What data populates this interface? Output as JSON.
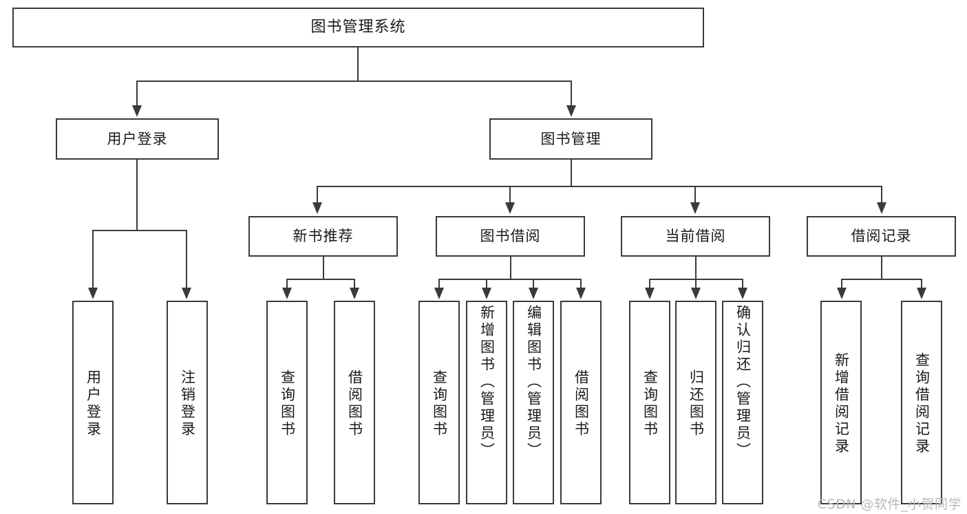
{
  "diagram": {
    "title": "图书管理系统",
    "type": "function-structure-tree",
    "root": {
      "label": "图书管理系统"
    },
    "level1": [
      {
        "label": "用户登录"
      },
      {
        "label": "图书管理"
      }
    ],
    "level2": [
      {
        "label": "新书推荐"
      },
      {
        "label": "图书借阅"
      },
      {
        "label": "当前借阅"
      },
      {
        "label": "借阅记录"
      }
    ],
    "leaves": {
      "user_login": [
        {
          "label": "用户登录"
        },
        {
          "label": "注销登录"
        }
      ],
      "new_book_recommend": [
        {
          "label": "查询图书"
        },
        {
          "label": "借阅图书"
        }
      ],
      "book_borrow": [
        {
          "label": "查询图书"
        },
        {
          "label": "新增图书（管理员）"
        },
        {
          "label": "编辑图书（管理员）"
        },
        {
          "label": "借阅图书"
        }
      ],
      "current_borrow": [
        {
          "label": "查询图书"
        },
        {
          "label": "归还图书"
        },
        {
          "label": "确认归还（管理员）"
        }
      ],
      "borrow_record": [
        {
          "label": "新增借阅记录"
        },
        {
          "label": "查询借阅记录"
        }
      ]
    },
    "colors": {
      "stroke": "#3a3a3a",
      "fill": "#ffffff",
      "text": "#1a1a1a",
      "watermark": "#b9b9b9"
    }
  },
  "watermark": {
    "text": "CSDN @软件_小贺同学"
  }
}
